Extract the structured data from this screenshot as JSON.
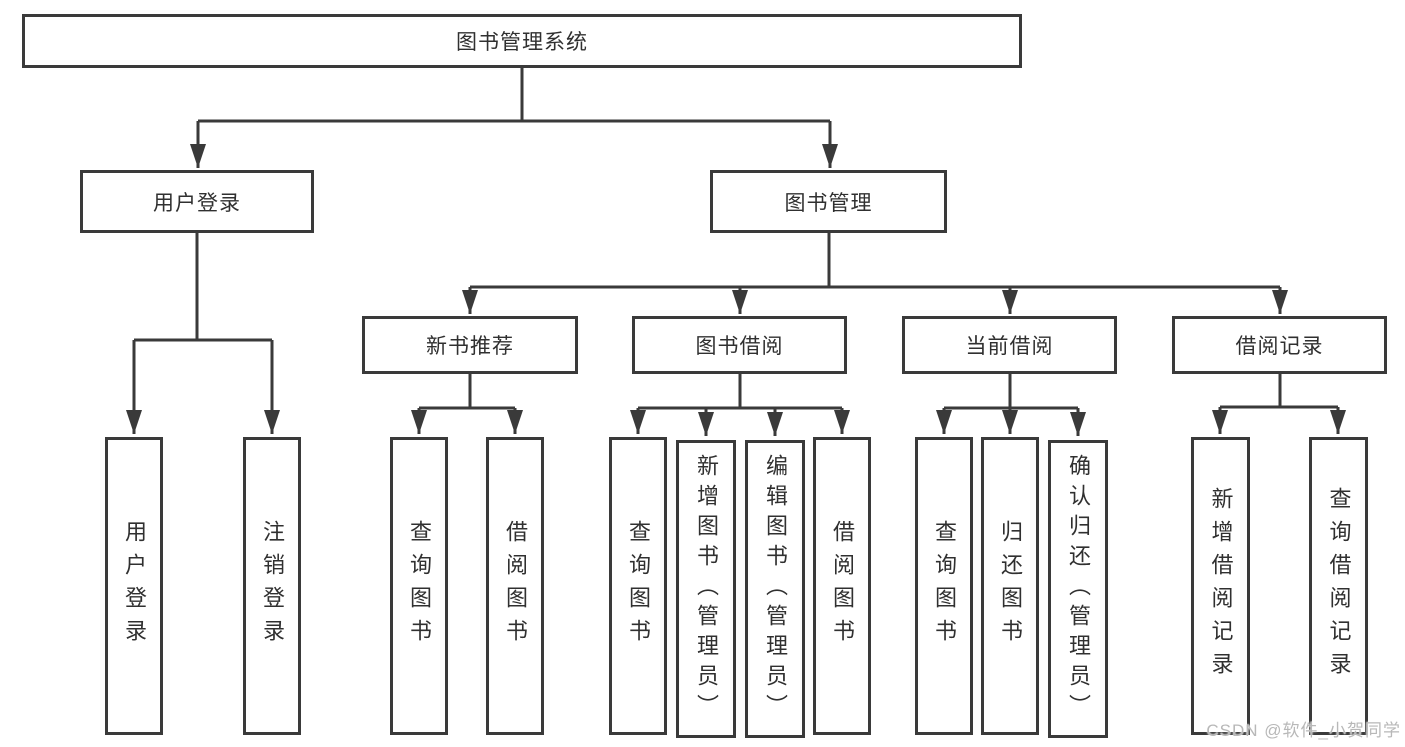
{
  "colors": {
    "line": "#3a3a3a",
    "text": "#303030",
    "watermark": "#b8b8b8",
    "bg": "#ffffff"
  },
  "tree": {
    "root": {
      "label": "图书管理系统"
    },
    "branches": [
      {
        "label": "用户登录",
        "children": [
          {
            "label": "用户登录"
          },
          {
            "label": "注销登录"
          }
        ]
      },
      {
        "label": "图书管理",
        "children": [
          {
            "label": "新书推荐",
            "children": [
              {
                "label": "查询图书"
              },
              {
                "label": "借阅图书"
              }
            ]
          },
          {
            "label": "图书借阅",
            "children": [
              {
                "label": "查询图书"
              },
              {
                "label": "新增图书（管理员）"
              },
              {
                "label": "编辑图书（管理员）"
              },
              {
                "label": "借阅图书"
              }
            ]
          },
          {
            "label": "当前借阅",
            "children": [
              {
                "label": "查询图书"
              },
              {
                "label": "归还图书"
              },
              {
                "label": "确认归还（管理员）"
              }
            ]
          },
          {
            "label": "借阅记录",
            "children": [
              {
                "label": "新增借阅记录"
              },
              {
                "label": "查询借阅记录"
              }
            ]
          }
        ]
      }
    ]
  },
  "watermark": {
    "label": "CSDN @软件_小贺同学"
  }
}
